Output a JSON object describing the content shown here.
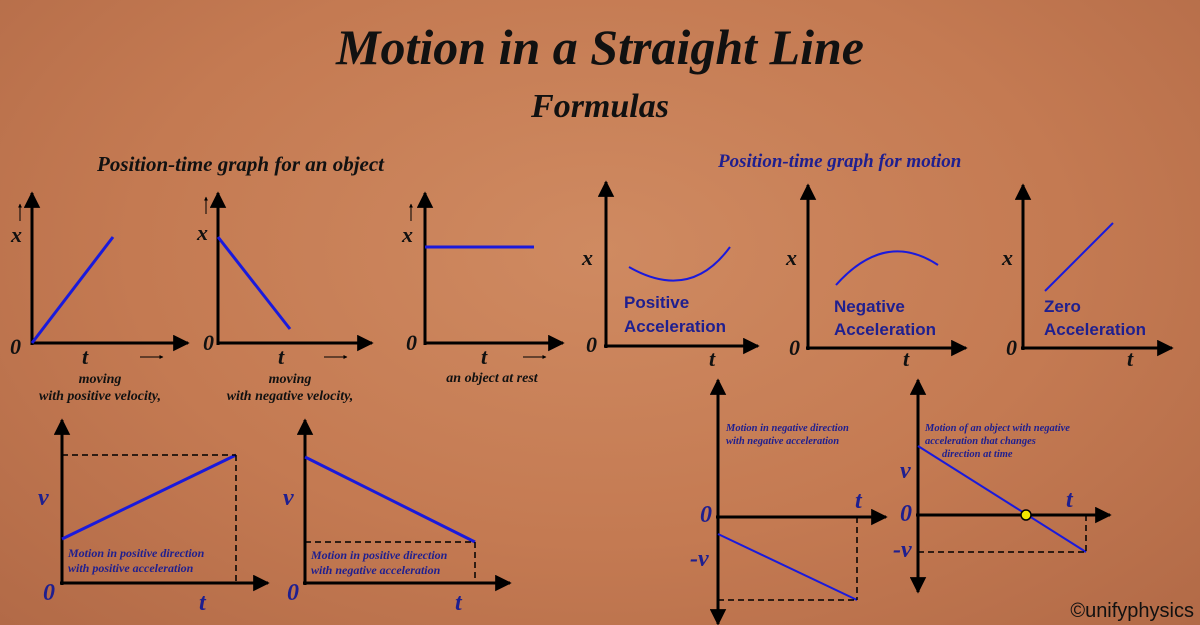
{
  "title": "Motion in a Straight Line",
  "subtitle": "Formulas",
  "section_left_heading": "Position-time graph for an object",
  "section_right_heading": "Position-time graph for motion",
  "labels": {
    "x": "x",
    "t": "t",
    "v": "v",
    "zero": "0",
    "neg_v": "-v"
  },
  "graphs_left": [
    {
      "caption_line1": "moving",
      "caption_line2": "with positive velocity,"
    },
    {
      "caption_line1": "moving",
      "caption_line2": "with negative velocity,"
    },
    {
      "caption_line1": "an object at rest",
      "caption_line2": ""
    }
  ],
  "graphs_right": [
    {
      "label_line1": "Positive",
      "label_line2": "Acceleration"
    },
    {
      "label_line1": "Negative",
      "label_line2": "Acceleration"
    },
    {
      "label_line1": "Zero",
      "label_line2": "Acceleration"
    }
  ],
  "vt_graphs": [
    {
      "caption_line1": "Motion in positive direction",
      "caption_line2": "with positive acceleration",
      "caption_line3": ""
    },
    {
      "caption_line1": "Motion in positive direction",
      "caption_line2": "with negative acceleration",
      "caption_line3": ""
    },
    {
      "caption_line1": "Motion in negative direction",
      "caption_line2": "with negative acceleration",
      "caption_line3": ""
    },
    {
      "caption_line1": "Motion of an object with negative",
      "caption_line2": "acceleration that changes",
      "caption_line3": "direction at time"
    }
  ],
  "copyright": "©unifyphysics",
  "colors": {
    "line": "#1a1adc",
    "axis": "#000000",
    "text_blue": "#1f1f8f",
    "marker": "#f2e600"
  }
}
